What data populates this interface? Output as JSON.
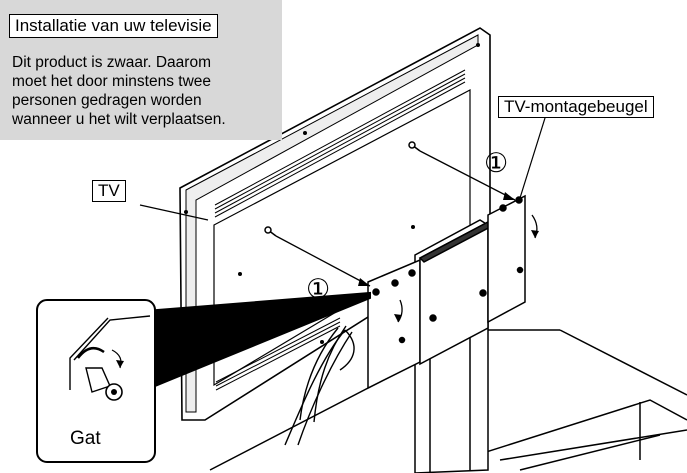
{
  "note": {
    "title": "Installatie van uw televisie",
    "lines": [
      "Dit product is zwaar. Daarom",
      "moet het door minstens twee",
      "personen gedragen worden",
      "wanneer u het wilt verplaatsen."
    ]
  },
  "labels": {
    "tv": "TV",
    "bracket": "TV-montagebeugel",
    "hole": "Gat",
    "step_marker": "①"
  },
  "colors": {
    "panel_bg": "#d8d8d8",
    "line": "#000000"
  }
}
